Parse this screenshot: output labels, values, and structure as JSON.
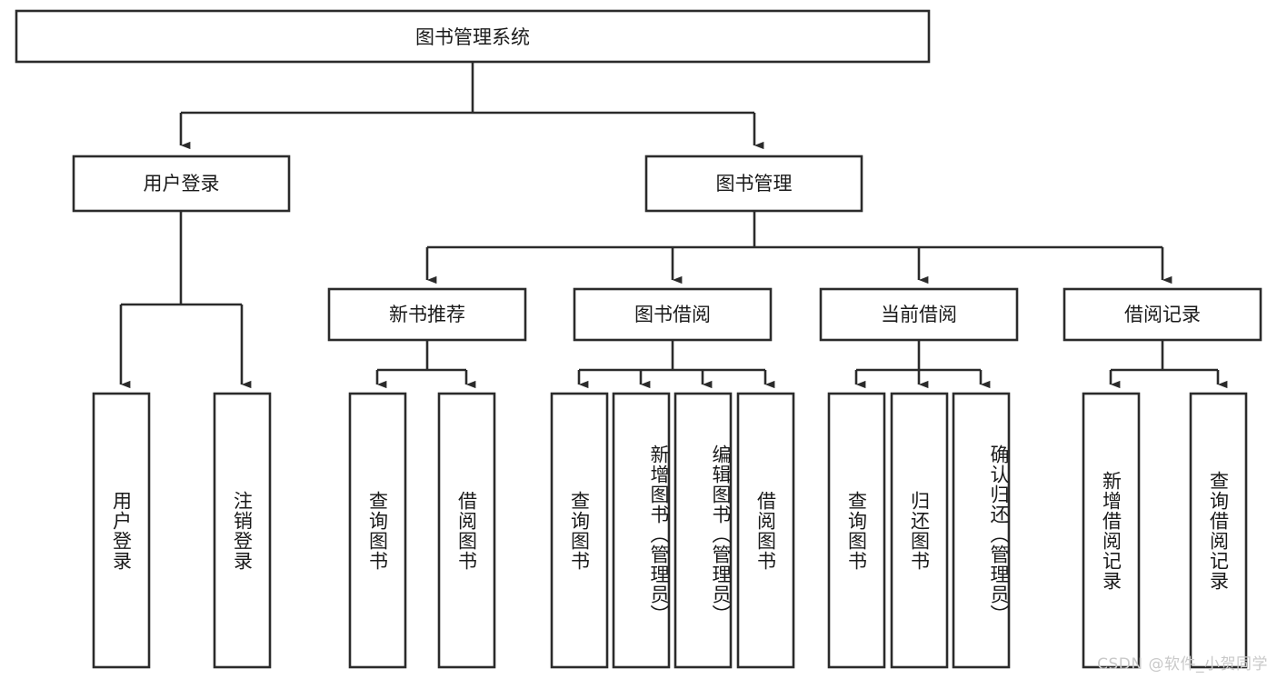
{
  "diagram": {
    "type": "tree-hierarchy",
    "title": "图书管理系统",
    "root": {
      "label": "图书管理系统",
      "orientation": "horizontal"
    },
    "level1": [
      {
        "label": "用户登录",
        "orientation": "horizontal"
      },
      {
        "label": "图书管理",
        "orientation": "horizontal"
      }
    ],
    "level2": [
      {
        "label": "新书推荐",
        "orientation": "horizontal",
        "parent": "图书管理"
      },
      {
        "label": "图书借阅",
        "orientation": "horizontal",
        "parent": "图书管理"
      },
      {
        "label": "当前借阅",
        "orientation": "horizontal",
        "parent": "图书管理"
      },
      {
        "label": "借阅记录",
        "orientation": "horizontal",
        "parent": "图书管理"
      }
    ],
    "leaves": {
      "user_login": [
        {
          "label": "用户登录",
          "orientation": "vertical"
        },
        {
          "label": "注销登录",
          "orientation": "vertical"
        }
      ],
      "new_book_recommend": [
        {
          "label": "查询图书",
          "orientation": "vertical"
        },
        {
          "label": "借阅图书",
          "orientation": "vertical"
        }
      ],
      "book_borrow": [
        {
          "label": "查询图书",
          "orientation": "vertical"
        },
        {
          "label": "新增图书（管理员）",
          "orientation": "vertical"
        },
        {
          "label": "编辑图书（管理员）",
          "orientation": "vertical"
        },
        {
          "label": "借阅图书",
          "orientation": "vertical"
        }
      ],
      "current_borrow": [
        {
          "label": "查询图书",
          "orientation": "vertical"
        },
        {
          "label": "归还图书",
          "orientation": "vertical"
        },
        {
          "label": "确认归还（管理员）",
          "orientation": "vertical"
        }
      ],
      "borrow_record": [
        {
          "label": "新增借阅记录",
          "orientation": "vertical"
        },
        {
          "label": "查询借阅记录",
          "orientation": "vertical"
        }
      ]
    }
  },
  "watermark": {
    "text": "CSDN @软件_小贺同学"
  },
  "colors": {
    "box_stroke": "#2b2b2b",
    "box_fill": "#ffffff",
    "connector": "#2b2b2b",
    "text": "#1a1a1a",
    "watermark": "#c9c9c9",
    "background": "#ffffff"
  }
}
